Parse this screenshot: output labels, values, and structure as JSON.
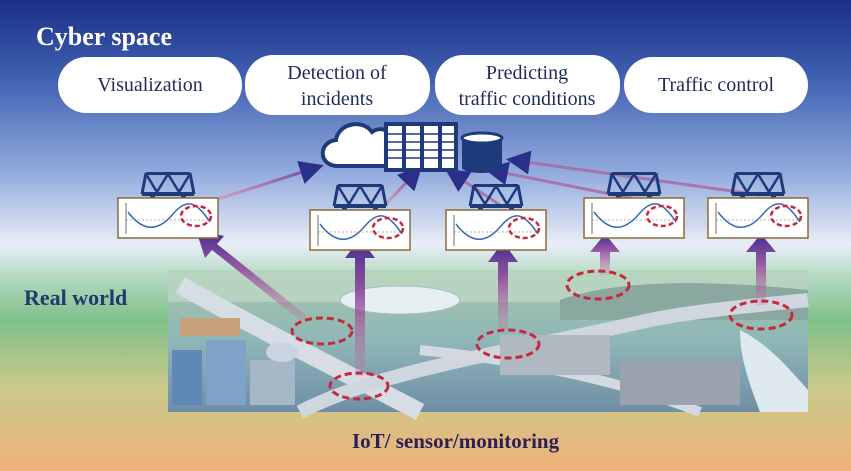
{
  "zones": {
    "cyber_label": "Cyber space",
    "real_label": "Real world",
    "iot_label": "IoT/ sensor/monitoring"
  },
  "functions": [
    {
      "line1": "Visualization",
      "line2": ""
    },
    {
      "line1": "Detection of",
      "line2": "incidents"
    },
    {
      "line1": "Predicting",
      "line2": "traffic conditions"
    },
    {
      "line1": "Traffic control",
      "line2": ""
    }
  ],
  "colors": {
    "sky_top": "#1b2f86",
    "sky_mid": "#8fa8dc",
    "ground_green": "#7fc08a",
    "ground_orange": "#f0b27a",
    "icon_navy": "#1f3a7a",
    "sensor_ring": "#c8283c",
    "upward_arrow": "#5a2d8a"
  },
  "icons": [
    "cloud-icon",
    "server-icon",
    "database-icon",
    "bridge-icon",
    "sensor-chart-icon"
  ]
}
